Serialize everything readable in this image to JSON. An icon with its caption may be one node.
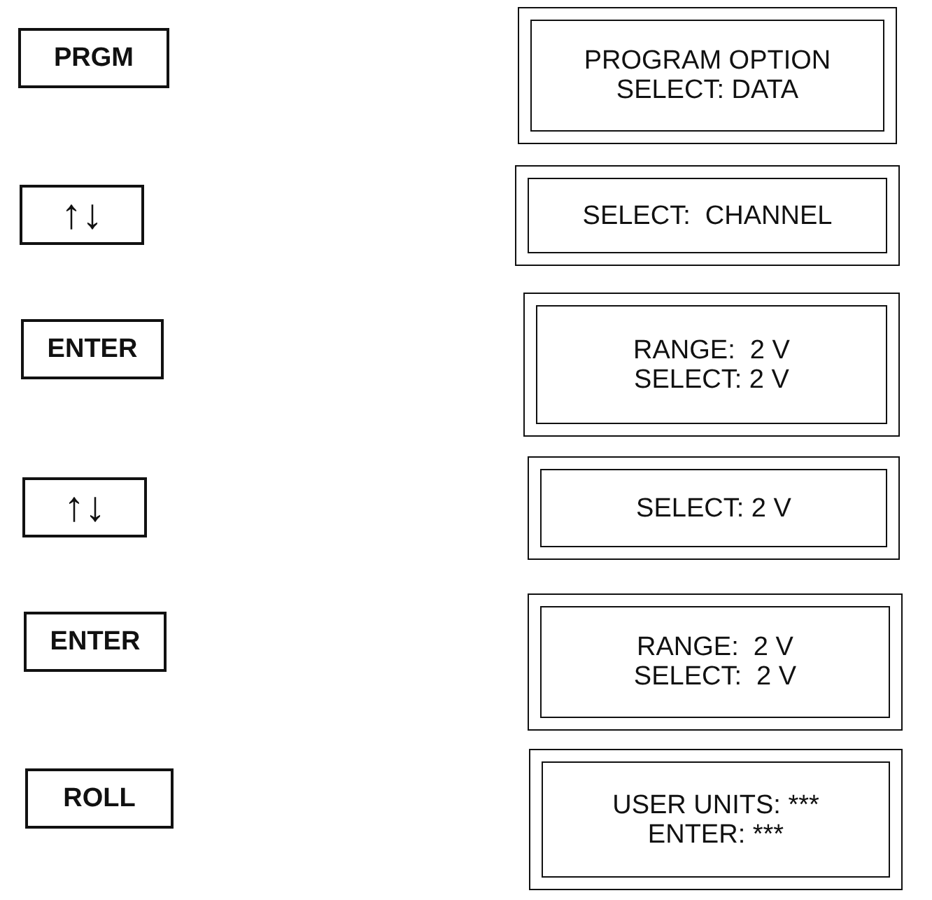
{
  "diagram": {
    "nodes": [
      {
        "text": [
          "PRGM"
        ]
      },
      {
        "text": [
          "PROGRAM OPTION",
          "SELECT: DATA"
        ]
      },
      {
        "text": [
          "↑↓"
        ]
      },
      {
        "text": [
          "SELECT:  CHANNEL"
        ]
      },
      {
        "text": [
          "ENTER"
        ]
      },
      {
        "text": [
          "RANGE:  2 V",
          "SELECT: 2 V"
        ]
      },
      {
        "text": [
          "↑↓"
        ]
      },
      {
        "text": [
          "SELECT: 2 V"
        ]
      },
      {
        "text": [
          "ENTER"
        ]
      },
      {
        "text": [
          "RANGE:  2 V",
          "SELECT:  2 V"
        ]
      },
      {
        "text": [
          "ROLL"
        ]
      },
      {
        "text": [
          "USER UNITS: ***",
          "ENTER: ***"
        ]
      }
    ]
  }
}
